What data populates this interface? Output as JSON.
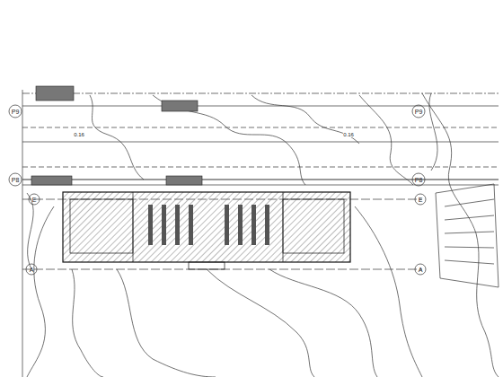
{
  "diagram": {
    "labels": [
      "P9",
      "P8",
      "E",
      "A",
      "P9",
      "P8",
      "E",
      "A",
      "0.16",
      "0.16"
    ]
  }
}
